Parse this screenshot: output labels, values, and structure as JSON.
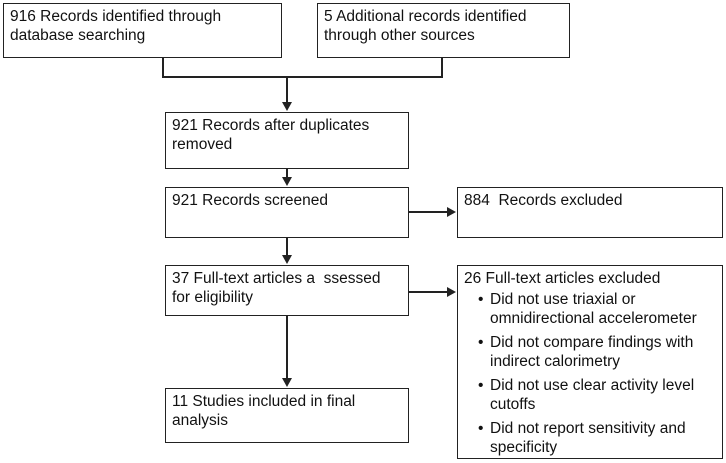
{
  "boxes": {
    "database_search": "916 Records identified through database searching",
    "other_sources": "5 Additional records identified through other sources",
    "after_duplicates": "921 Records after duplicates removed",
    "screened": "921 Records screened",
    "excluded": "884  Records excluded",
    "full_text_assessed": "37 Full-text articles a  ssessed for eligibility",
    "included": "11 Studies included in final analysis"
  },
  "full_text_excluded": {
    "title": "26 Full-text articles excluded",
    "reasons": [
      "Did not use triaxial or omnidirectional accelerometer",
      "Did not compare findings with indirect calorimetry",
      "Did not use clear activity level cutoffs",
      "Did not report sensitivity and specificity"
    ]
  }
}
